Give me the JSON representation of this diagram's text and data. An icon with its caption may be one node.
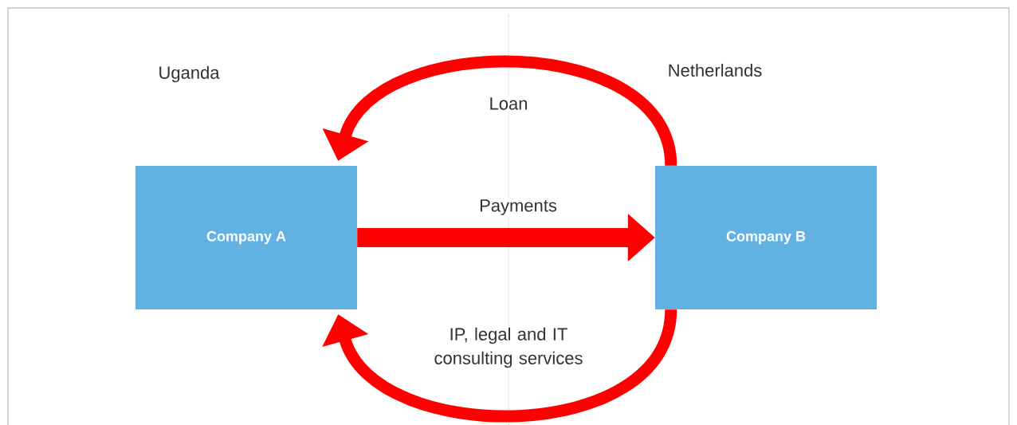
{
  "diagram": {
    "nodes": [
      {
        "text": [
          "Company A"
        ]
      },
      {
        "text": [
          "Company B"
        ]
      }
    ],
    "edges": [
      {
        "from": 0,
        "to": 1,
        "arrow": "to",
        "label": "Payments"
      },
      {
        "from": 1,
        "to": 0,
        "arrow": "to",
        "label": "Loan"
      },
      {
        "from": 1,
        "to": 0,
        "arrow": "to",
        "label": "IP, legal and IT consulting services"
      }
    ],
    "labels": [
      "Uganda",
      "Netherlands"
    ]
  }
}
